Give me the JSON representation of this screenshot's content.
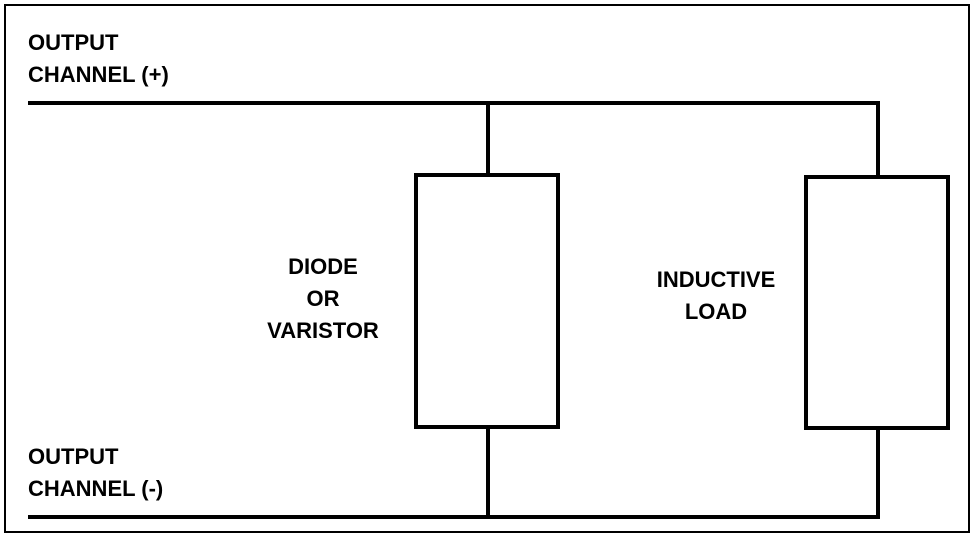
{
  "diagram": {
    "top_rail": {
      "line1": "OUTPUT",
      "line2": "CHANNEL (+)"
    },
    "bottom_rail": {
      "line1": "OUTPUT",
      "line2": "CHANNEL (-)"
    },
    "suppressor": {
      "line1": "DIODE",
      "line2": "OR",
      "line3": "VARISTOR"
    },
    "load": {
      "line1": "INDUCTIVE",
      "line2": "LOAD"
    },
    "colors": {
      "stroke": "#000000",
      "background": "#ffffff"
    }
  }
}
